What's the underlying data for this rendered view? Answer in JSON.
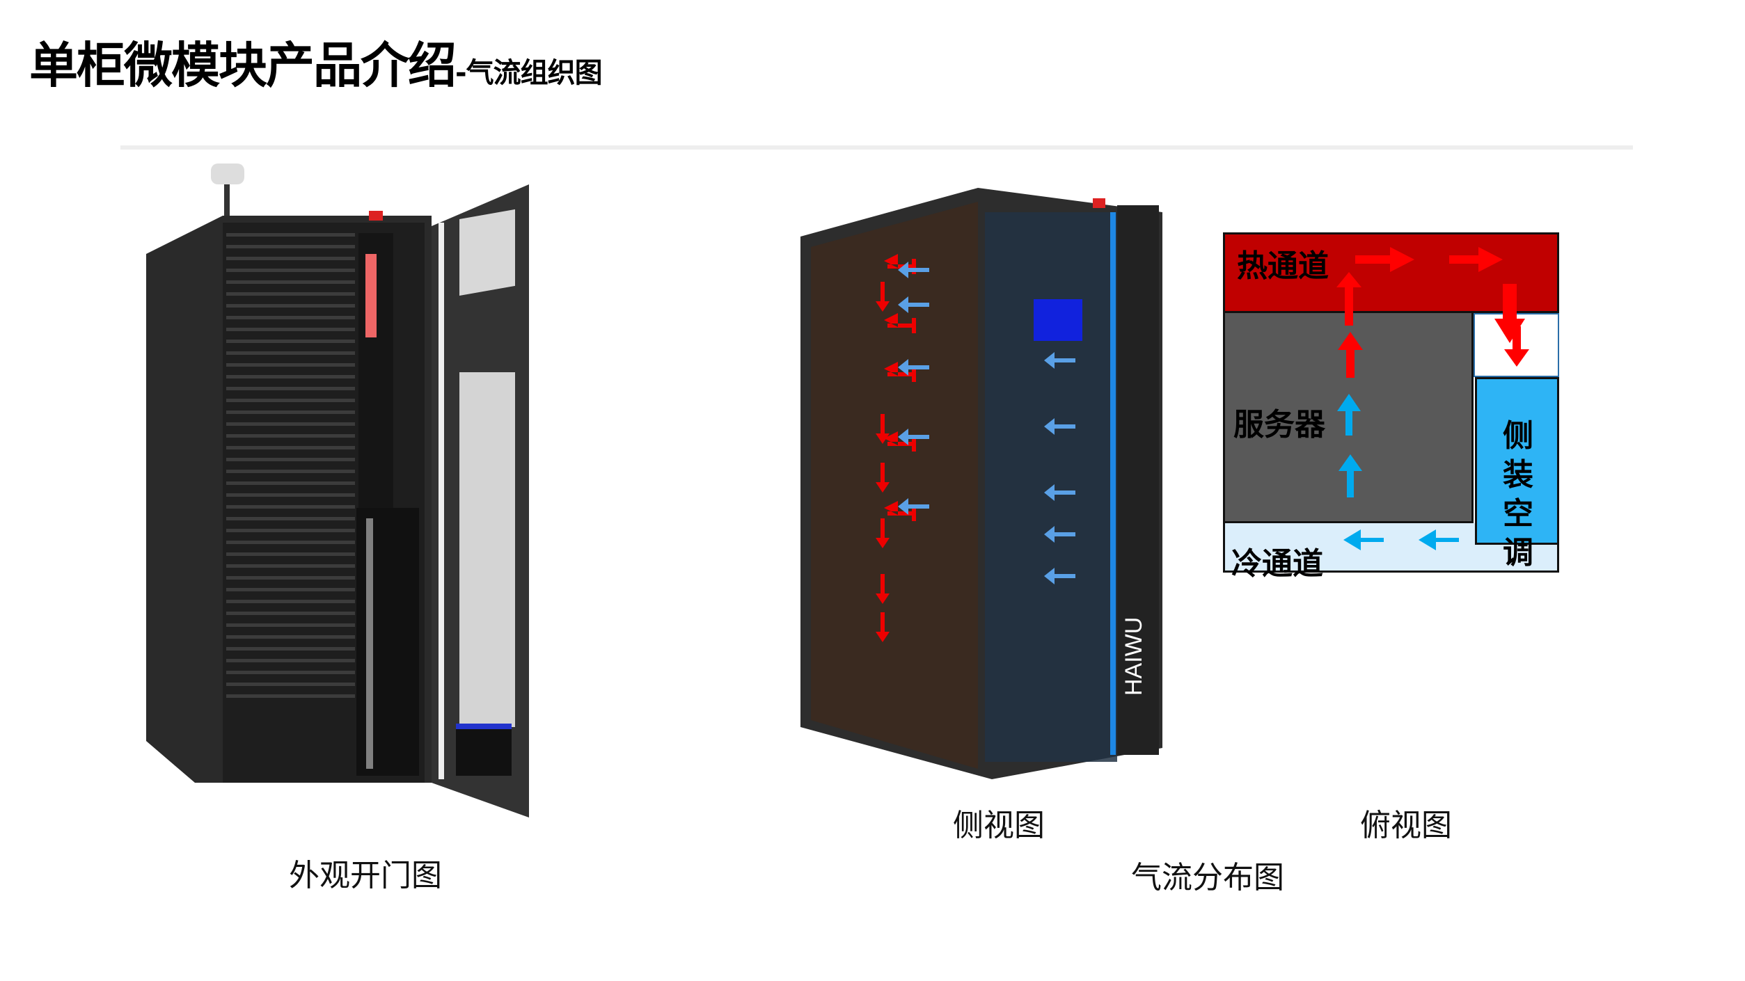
{
  "title": {
    "main": "单柜微模块产品介绍",
    "separator": "-",
    "sub": "气流组织图"
  },
  "captions": {
    "exterior": "外观开门图",
    "side_view": "侧视图",
    "top_view": "俯视图",
    "airflow": "气流分布图"
  },
  "side_cabinet": {
    "brand": "HAIWU"
  },
  "top_view": {
    "hot_aisle": "热通道",
    "server": "服务器",
    "cold_aisle": "冷通道",
    "ac_unit": "侧装空调"
  },
  "colors": {
    "hot": "#c00000",
    "arrow_red": "#ff0000",
    "arrow_blue": "#00aaee",
    "server": "#595959",
    "ac": "#2eb4f5",
    "cold": "#dbeefb"
  }
}
